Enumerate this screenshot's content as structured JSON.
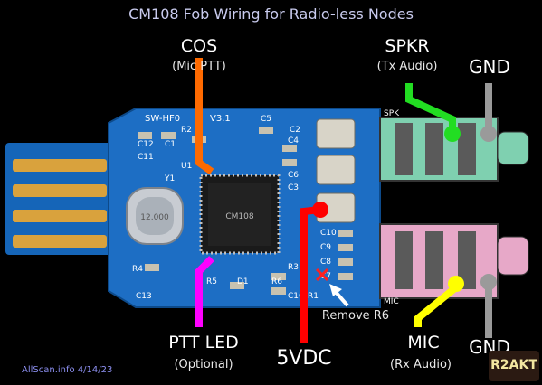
{
  "title": "CM108 Fob Wiring for Radio-less Nodes",
  "labels": {
    "cos": "COS",
    "cos_sub": "(Mic PTT)",
    "spkr": "SPKR",
    "spkr_sub": "(Tx Audio)",
    "gnd_top": "GND",
    "gnd_bottom": "GND",
    "ptt_led": "PTT LED",
    "ptt_led_sub": "(Optional)",
    "vdc": "5VDC",
    "remove_r6": "Remove R6",
    "mic": "MIC",
    "mic_sub": "(Rx Audio)"
  },
  "board_text": {
    "model": "SW-HF0",
    "version": "V3.1",
    "chip": "CM108",
    "crystal": "12.000",
    "spk": "SPK",
    "mic_port": "MIC",
    "components": [
      "C5",
      "R2",
      "C1",
      "C12",
      "C11",
      "U1",
      "C4",
      "C6",
      "Y1",
      "C3",
      "C10",
      "C9",
      "C8",
      "C7",
      "R4",
      "R5",
      "D1",
      "R6",
      "R3",
      "C16",
      "C13",
      "R1",
      "C2"
    ]
  },
  "footer": "AllScan.info 4/14/23",
  "badge": "R2AKT",
  "wire_colors": {
    "cos": "#ff6a00",
    "ptt_led": "#ff00ff",
    "vdc": "#ff0000",
    "spkr": "#22dd22",
    "mic": "#ffff00",
    "gnd": "#9a9a9a"
  }
}
